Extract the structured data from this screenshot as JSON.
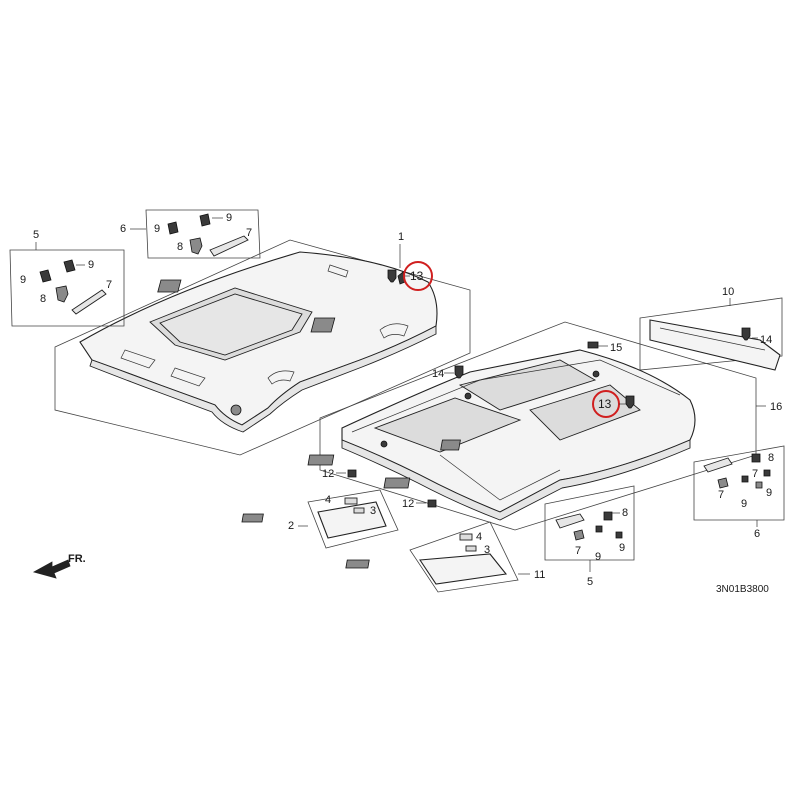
{
  "diagram": {
    "code": "3N01B3800",
    "front_label": "FR."
  },
  "callouts": {
    "c1": "1",
    "c2": "2",
    "c3a": "3",
    "c3b": "3",
    "c4a": "4",
    "c4b": "4",
    "c5a": "5",
    "c5b": "5",
    "c6a": "6",
    "c6b": "6",
    "c7a": "7",
    "c7b": "7",
    "c7c": "7",
    "c7d": "7",
    "c7e": "7",
    "c8a": "8",
    "c8b": "8",
    "c8c": "8",
    "c8d": "8",
    "c9a": "9",
    "c9b": "9",
    "c9c": "9",
    "c9d": "9",
    "c9e": "9",
    "c9f": "9",
    "c9g": "9",
    "c9h": "9",
    "c10": "10",
    "c11": "11",
    "c12a": "12",
    "c12b": "12",
    "c13a": "13",
    "c13b": "13",
    "c14a": "14",
    "c14b": "14",
    "c15": "15",
    "c16": "16"
  },
  "highlight_color": "#d01f1f"
}
